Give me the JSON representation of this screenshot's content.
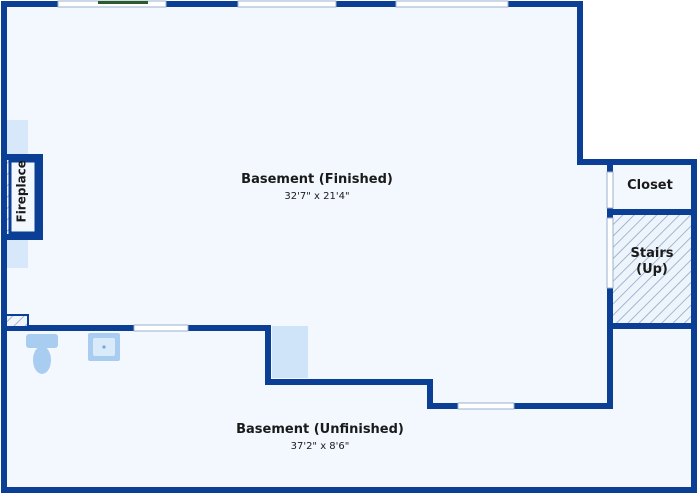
{
  "rooms": {
    "finished": {
      "name": "Basement (Finished)",
      "dimensions": "32'7\" x 21'4\""
    },
    "unfinished": {
      "name": "Basement (Unfinished)",
      "dimensions": "37'2\" x 8'6\""
    },
    "closet": {
      "name": "Closet"
    },
    "stairs": {
      "name": "Stairs\n(Up)"
    },
    "fireplace": {
      "name": "Fireplace"
    }
  },
  "colors": {
    "wall": "#0b3f95",
    "floor": "#f2f8fe",
    "fixture": "#cfe4f8",
    "window": "#ffffff",
    "hatch": "#6f8fb8"
  }
}
